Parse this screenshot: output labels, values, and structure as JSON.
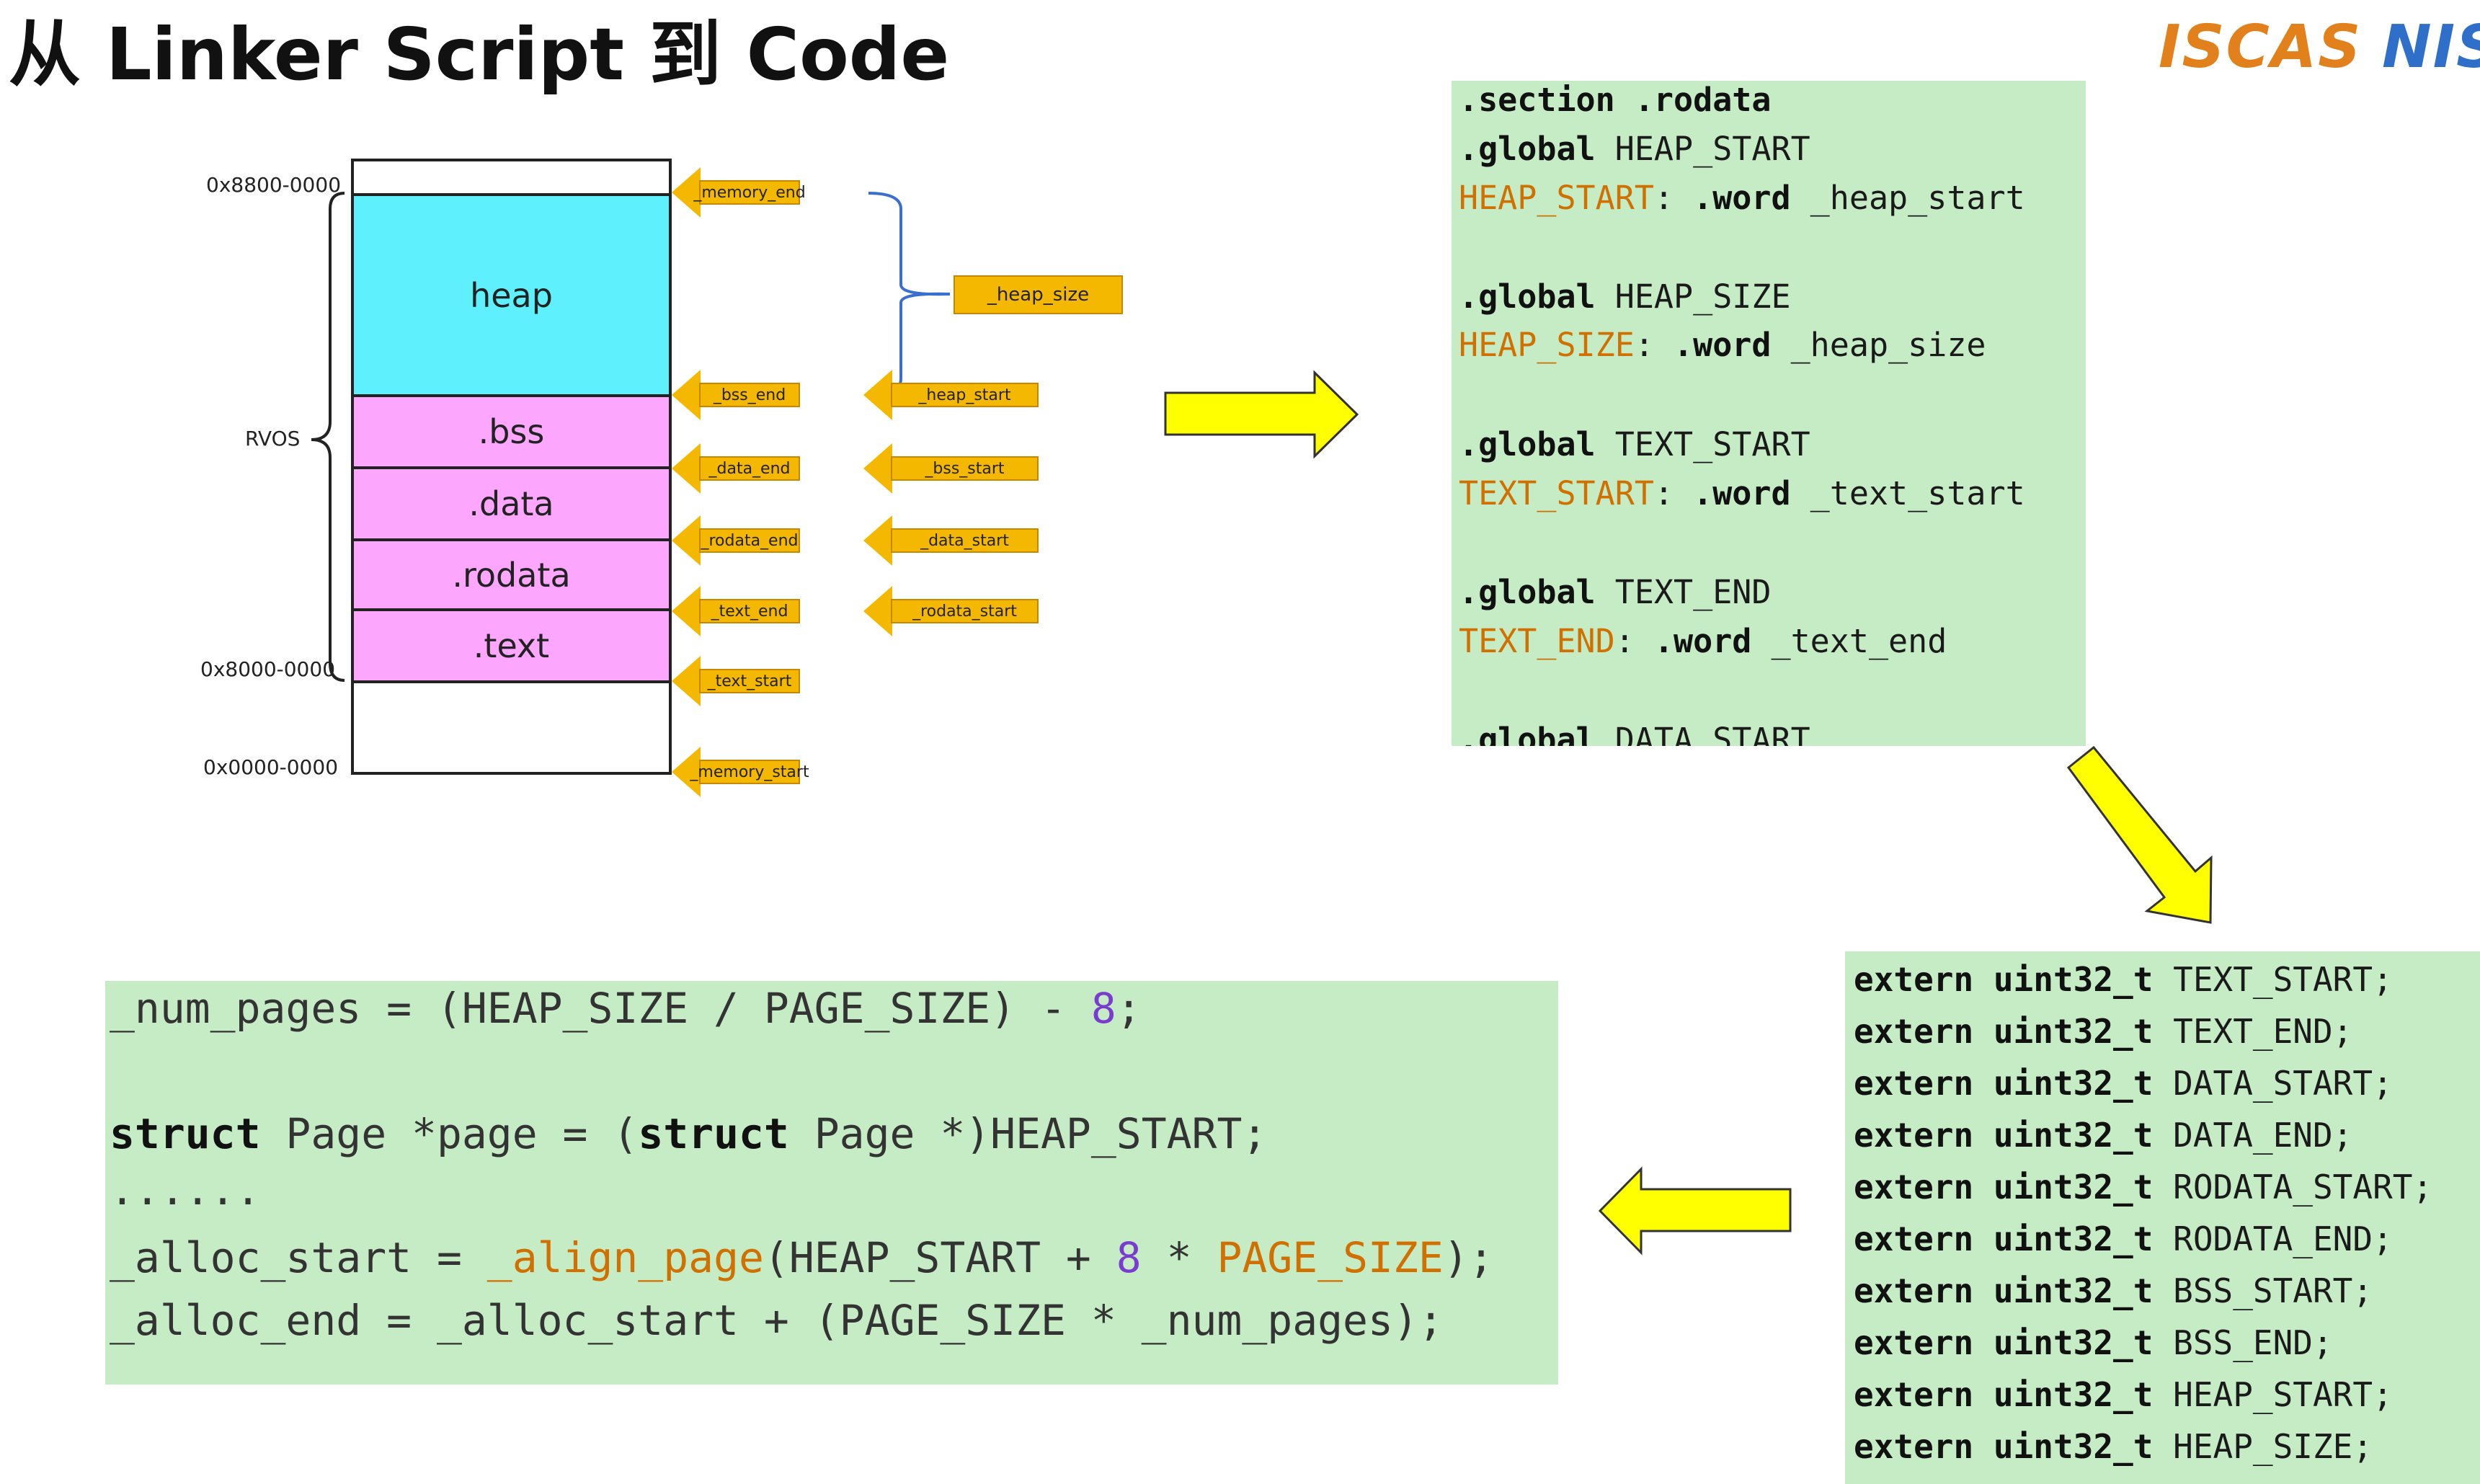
{
  "title": "从 Linker Script 到 Code",
  "logos": {
    "left": "ISCAS",
    "right": "NIS"
  },
  "memory_map": {
    "addresses": {
      "top": "0x8800-0000",
      "bottom": "0x8000-0000",
      "zero": "0x0000-0000"
    },
    "rvos_label": "RVOS",
    "segments": {
      "heap": "heap",
      "bss": ".bss",
      "data": ".data",
      "rodata": ".rodata",
      "text": ".text"
    },
    "tags": {
      "memory_end": "_memory_end",
      "heap_size": "_heap_size",
      "bss_end": "_bss_end",
      "heap_start": "_heap_start",
      "data_end": "_data_end",
      "bss_start": "_bss_start",
      "rodata_end": "_rodata_end",
      "data_start": "_data_start",
      "text_end": "_text_end",
      "rodata_start": "_rodata_start",
      "text_start": "_text_start",
      "memory_start": "_memory_start"
    }
  },
  "asm_code": {
    "l1_a": ".section",
    "l1_b": " .rodata",
    "l2_a": ".global",
    "l2_b": " HEAP_START",
    "l3_a": "HEAP_START",
    "l3_b": ": ",
    "l3_c": ".word",
    "l3_d": " _heap_start",
    "l4_a": ".global",
    "l4_b": " HEAP_SIZE",
    "l5_a": "HEAP_SIZE",
    "l5_b": ": ",
    "l5_c": ".word",
    "l5_d": " _heap_size",
    "l6_a": ".global",
    "l6_b": " TEXT_START",
    "l7_a": "TEXT_START",
    "l7_b": ": ",
    "l7_c": ".word",
    "l7_d": " _text_start",
    "l8_a": ".global",
    "l8_b": " TEXT_END",
    "l9_a": "TEXT_END",
    "l9_b": ": ",
    "l9_c": ".word",
    "l9_d": " _text_end",
    "l10_a": ".global",
    "l10_b": " DATA_START"
  },
  "c_externs": {
    "prefix": "extern uint32_t",
    "names": [
      "TEXT_START;",
      "TEXT_END;",
      "DATA_START;",
      "DATA_END;",
      "RODATA_START;",
      "RODATA_END;",
      "BSS_START;",
      "BSS_END;",
      "HEAP_START;",
      "HEAP_SIZE;"
    ]
  },
  "main_code": {
    "l1_a": "_num_pages = (HEAP_SIZE / PAGE_SIZE) - ",
    "l1_b": "8",
    "l1_c": ";",
    "l2_a": "struct",
    "l2_b": " Page *page = (",
    "l2_c": "struct",
    "l2_d": " Page *)HEAP_START;",
    "l3": "......",
    "l4_a": "_alloc_start = ",
    "l4_b": "_align_page",
    "l4_c": "(HEAP_START + ",
    "l4_d": "8",
    "l4_e": " * ",
    "l4_f": "PAGE_SIZE",
    "l4_g": ");",
    "l5": "_alloc_end = _alloc_start + (PAGE_SIZE * _num_pages);"
  },
  "colors": {
    "arrow_yellow": "#ffff00",
    "tag_orange": "#f5b800",
    "code_bg": "#c6ecc6",
    "heap": "#5ff0fd",
    "sections": "#fda6fd",
    "asm_label": "#d07000",
    "number": "#7a3ccf"
  }
}
